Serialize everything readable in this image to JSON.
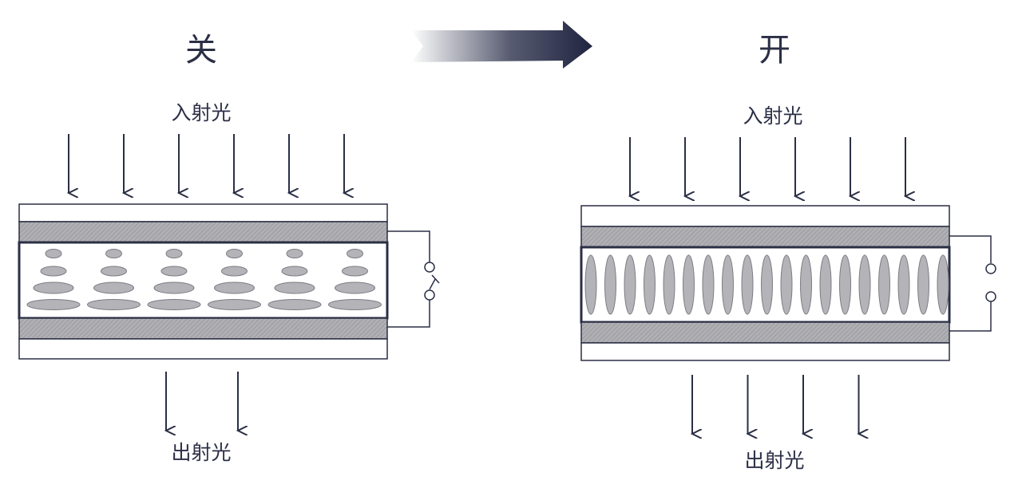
{
  "panels": {
    "off": {
      "state_label": "关",
      "incident_label": "入射光",
      "output_label": "出射光",
      "incident_arrow_count": 6,
      "output_arrow_count": 2,
      "molecule_columns": 6,
      "molecule_rows": 4,
      "switch": "open"
    },
    "on": {
      "state_label": "开",
      "incident_label": "入射光",
      "output_label": "出射光",
      "incident_arrow_count": 6,
      "output_arrow_count": 4,
      "molecule_count": 19,
      "switch": "closed"
    }
  },
  "colors": {
    "ink": "#2b2f45",
    "hatch": "#a9a9ad",
    "molecule": "#b3b3b8",
    "arrow_dark": "#1f2440"
  }
}
